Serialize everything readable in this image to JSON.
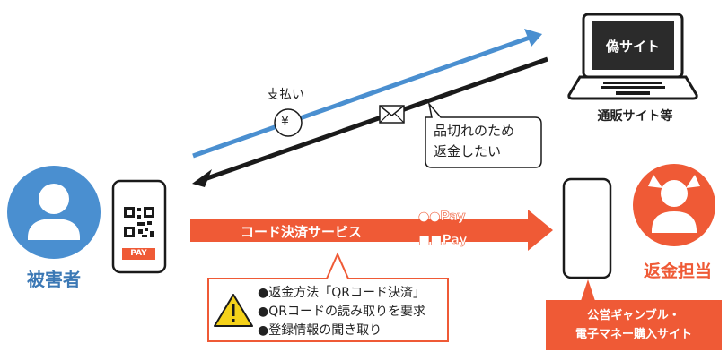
{
  "colors": {
    "blue": "#4a8fd0",
    "black": "#1a1a1a",
    "red": "#ef5a36",
    "warning_yellow": "#f5d21a",
    "text": "#222222",
    "dark_blue_text": "#3b78b5"
  },
  "victim": {
    "label": "被害者",
    "icon": "person-icon"
  },
  "victim_phone": {
    "pay_label": "PAY",
    "icon": "qr-code-icon"
  },
  "fake_site": {
    "screen_label": "偽サイト",
    "caption": "通販サイト等",
    "icon": "laptop-icon"
  },
  "payment": {
    "label": "支払い",
    "icon": "yen-coin-icon"
  },
  "message": {
    "line1": "品切れのため",
    "line2": "返金したい",
    "icon": "envelope-icon"
  },
  "code_payment": {
    "label": "コード決済サービス",
    "brand1": "●●Pay",
    "brand2": "■■Pay"
  },
  "warning": {
    "icon": "warning-icon",
    "items": [
      "●返金方法「QRコード決済」",
      "●QRコードの読み取りを要求",
      "●登録情報の聞き取り"
    ]
  },
  "scammer": {
    "label": "返金担当",
    "icon": "devil-icon"
  },
  "scam_site": {
    "line1": "公営ギャンブル・",
    "line2": "電子マネー購入サイト"
  }
}
